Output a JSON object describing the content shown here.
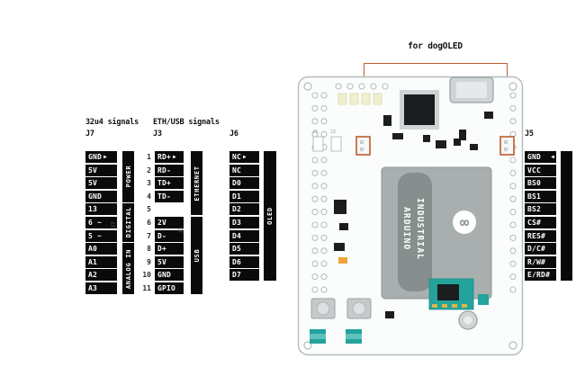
{
  "colors": {
    "callout_accent": "#bf5b2d",
    "pin_box": "#0a0a0a",
    "board_teal": "#23a39c",
    "shield_gray": "#a9afaf"
  },
  "icons": {
    "pin1_right": "▶",
    "pin1_left": "◀"
  },
  "callout": {
    "label": "for dogOLED"
  },
  "connectors": {
    "j7": {
      "heading": "32u4 signals",
      "name": "J7",
      "pins": [
        "GND",
        "5V",
        "5V",
        "GND",
        "13",
        "6 ~",
        "5 ~",
        "A0",
        "A1",
        "A2",
        "A3"
      ],
      "groups": [
        "POWER",
        "DIGITAL",
        "ANALOG IN"
      ]
    },
    "j3": {
      "heading": "ETH/USB signals",
      "name": "J3",
      "nums": [
        "1",
        "2",
        "3",
        "4",
        "5",
        "6",
        "7",
        "8",
        "9",
        "10",
        "11"
      ],
      "pins": [
        "RD+",
        "RD-",
        "TD+",
        "TD-",
        "",
        "2V",
        "D-",
        "D+",
        "5V",
        "GND",
        "GPIO"
      ],
      "groups": [
        "ETHERNET",
        "USB"
      ]
    },
    "j6": {
      "name": "J6",
      "pins": [
        "NC",
        "NC",
        "D0",
        "D1",
        "D2",
        "D3",
        "D4",
        "D5",
        "D6",
        "D7"
      ],
      "groups": [
        "OLED"
      ]
    },
    "j5": {
      "name": "J5",
      "pins": [
        "GND",
        "VCC",
        "BS0",
        "BS1",
        "BS2",
        "CS#",
        "RES#",
        "D/C#",
        "R/W#",
        "E/RD#"
      ]
    }
  },
  "board": {
    "silk": {
      "line1": "ARDUINO",
      "line2": "INDUSTRIAL"
    },
    "logo_glyph": "∞",
    "labels": {
      "j1": "J1",
      "j2": "J2"
    }
  }
}
